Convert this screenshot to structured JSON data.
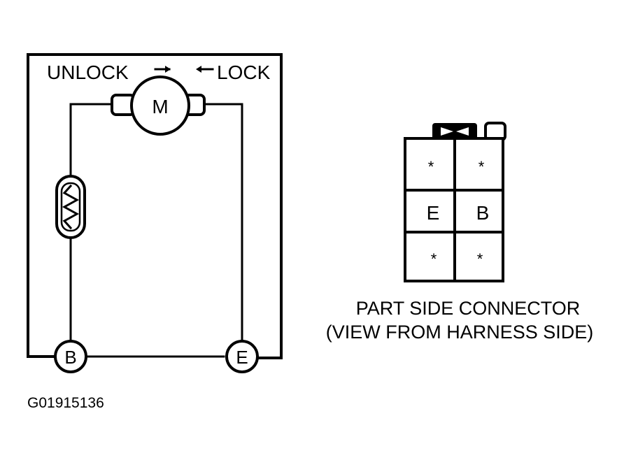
{
  "motor": {
    "label": "M"
  },
  "direction": {
    "unlock_label": "UNLOCK",
    "lock_label": "LOCK"
  },
  "terminals": {
    "b_label": "B",
    "e_label": "E"
  },
  "connector": {
    "cells": [
      "*",
      "*",
      "E",
      "B",
      "*",
      "*"
    ],
    "caption_line1": "PART SIDE CONNECTOR",
    "caption_line2": "(VIEW FROM HARNESS SIDE)"
  },
  "figure_code": "G01915136"
}
